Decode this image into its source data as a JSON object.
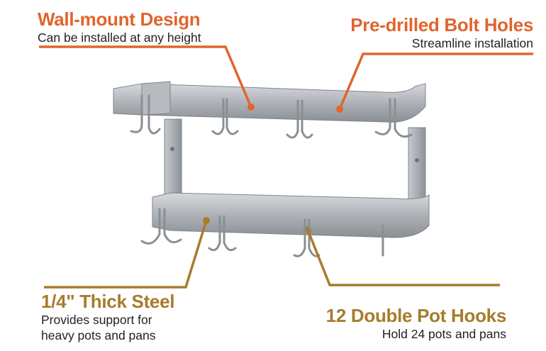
{
  "colors": {
    "orange": "#e0652e",
    "gold": "#a67c2b",
    "steel_light": "#c9ccd0",
    "steel_mid": "#a4a8ad",
    "steel_dark": "#7d8287"
  },
  "callouts": {
    "wall_mount": {
      "title": "Wall-mount Design",
      "desc": "Can be installed at any height"
    },
    "bolt_holes": {
      "title": "Pre-drilled Bolt Holes",
      "desc": "Streamline installation"
    },
    "thick_steel": {
      "title": "1/4\" Thick Steel",
      "desc_line1": "Provides support for",
      "desc_line2": "heavy pots and pans"
    },
    "pot_hooks": {
      "title": "12 Double Pot Hooks",
      "desc": "Hold 24 pots and pans"
    }
  }
}
